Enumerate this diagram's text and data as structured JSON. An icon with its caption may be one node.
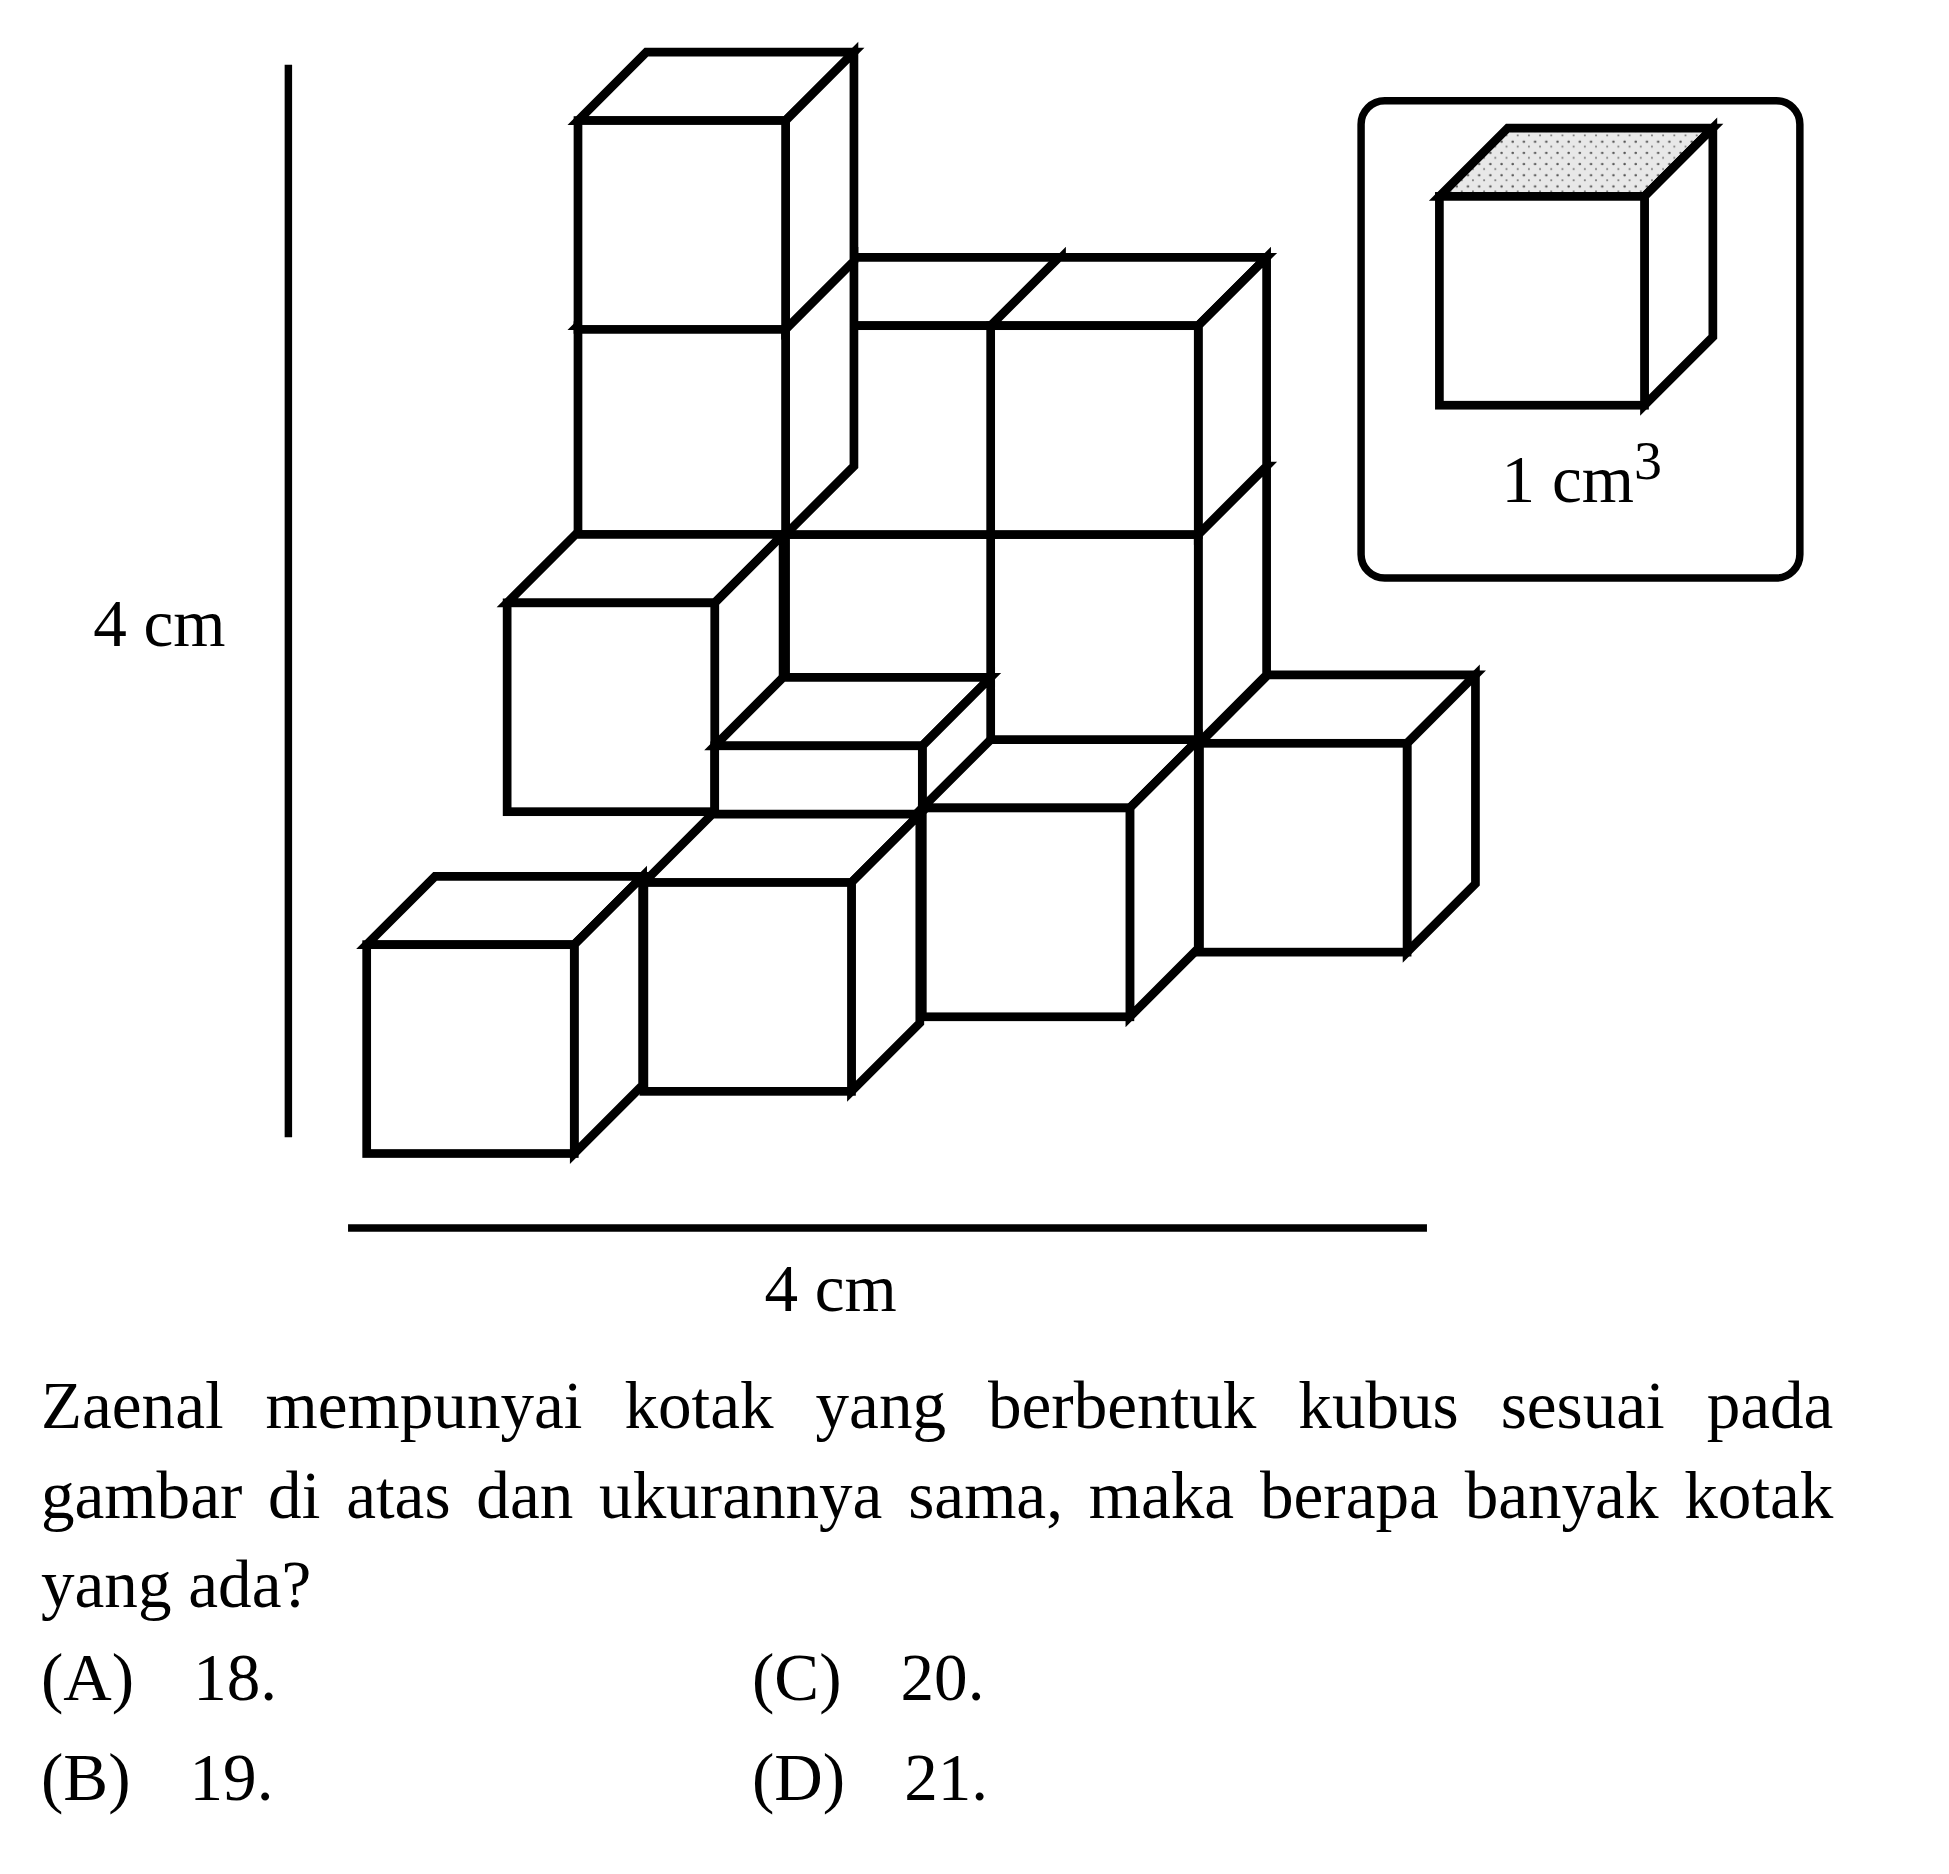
{
  "diagram": {
    "nodes": [
      {
        "text": [
          "1 cm$^{3}$"
        ]
      }
    ],
    "labels": [
      "4 cm",
      "4 cm",
      "Zaenal mempunyai kotak yang berbentuk kubus sesuai pada gambar di atas dan ukurannya sama, maka berapa banyak kotak yang ada?",
      "(A) 18.",
      "(C) 20.",
      "(B) 19.",
      "(D) 21."
    ]
  }
}
